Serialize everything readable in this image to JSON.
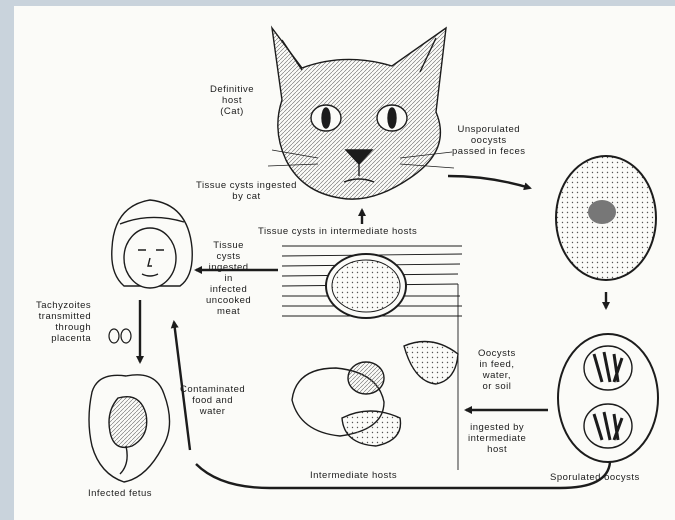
{
  "labels": {
    "definitive_host": "Definitive\nhost\n(Cat)",
    "unsporulated": "Unsporulated\noocysts\npassed in feces",
    "tissue_cysts_ingested_by_cat": "Tissue cysts ingested\nby cat",
    "tissue_cysts_intermediate": "Tissue cysts in intermediate hosts",
    "tissue_cysts_ingested_meat": "Tissue\ncysts\ningested\nin\ninfected\nuncooked\nmeat",
    "tachyzoites": "Tachyzoites\ntransmitted\nthrough\nplacenta",
    "contaminated": "Contaminated\nfood and\nwater",
    "oocysts_feed": "Oocysts\nin feed,\nwater,\nor soil",
    "ingested_by_intermediate": "ingested by\nintermediate\nhost",
    "intermediate_hosts": "Intermediate hosts",
    "sporulated_oocysts": "Sporulated oocysts",
    "infected_fetus": "Infected fetus"
  },
  "colors": {
    "background": "#c9d3dc",
    "paper": "#fbfbf8",
    "ink": "#1c1c1c"
  }
}
